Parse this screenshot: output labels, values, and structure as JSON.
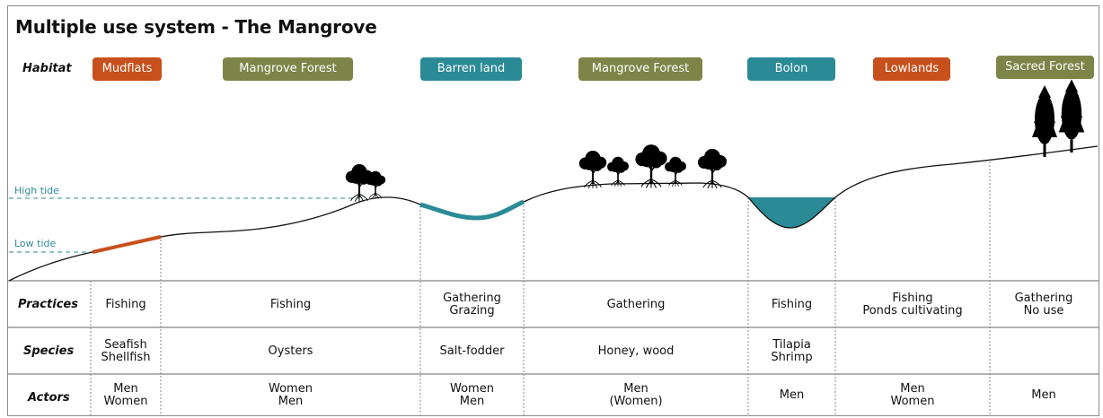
{
  "title": "Multiple use system - The Mangrove",
  "row_labels": {
    "habitat": "Habitat",
    "practices": "Practices",
    "species": "Species",
    "actors": "Actors"
  },
  "tide_labels": {
    "high": "High tide",
    "low": "Low tide"
  },
  "colors": {
    "orange": "#c8501c",
    "olive": "#7c8547",
    "teal": "#2a8a96",
    "tide_line": "#2f8c9a"
  },
  "zones": [
    {
      "habitat": "Mudflats",
      "habitat_color": "orange",
      "practices": "Fishing",
      "species": "Seafish\nShellfish",
      "actors": "Men\nWomen"
    },
    {
      "habitat": "Mangrove Forest",
      "habitat_color": "olive",
      "practices": "Fishing",
      "species": "Oysters",
      "actors": "Women\nMen"
    },
    {
      "habitat": "Barren land",
      "habitat_color": "teal",
      "practices": "Gathering\nGrazing",
      "species": "Salt-fodder",
      "actors": "Women\nMen"
    },
    {
      "habitat": "Mangrove Forest",
      "habitat_color": "olive",
      "practices": "Gathering",
      "species": "Honey, wood",
      "actors": "Men\n(Women)"
    },
    {
      "habitat": "Bolon",
      "habitat_color": "teal",
      "practices": "Fishing",
      "species": "Tilapia\nShrimp",
      "actors": "Men"
    },
    {
      "habitat": "Lowlands",
      "habitat_color": "orange",
      "practices": "Fishing\nPonds cultivating",
      "species": "",
      "actors": "Men\nWomen"
    },
    {
      "habitat": "Sacred Forest",
      "habitat_color": "olive",
      "practices": "Gathering\nNo use",
      "species": "",
      "actors": "Men"
    }
  ]
}
